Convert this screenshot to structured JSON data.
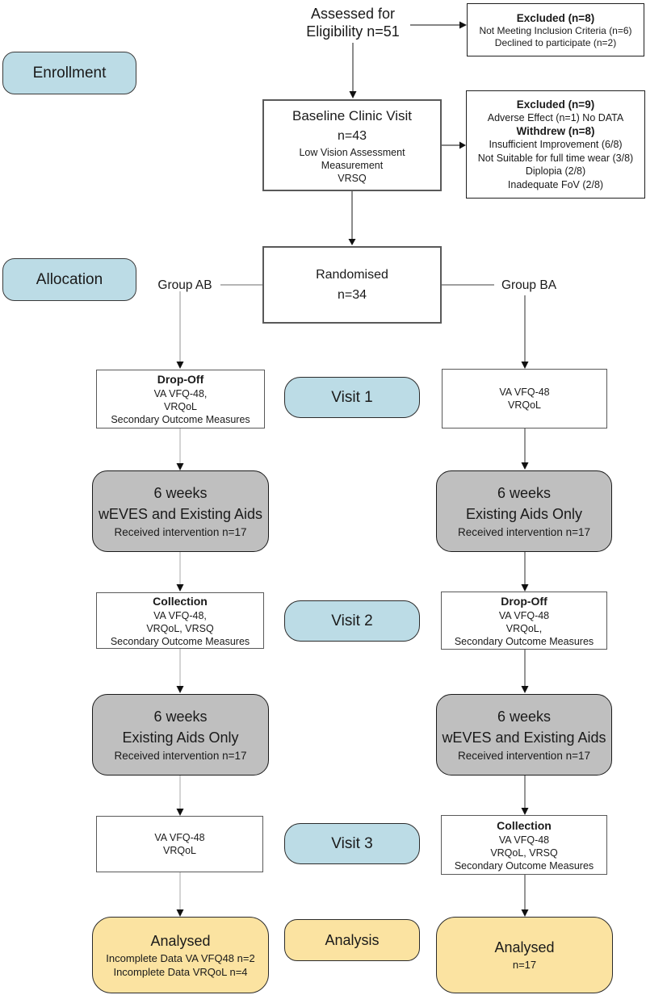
{
  "colors": {
    "blue": "#bcdce6",
    "gray": "#bfbfbf",
    "yellow": "#fbe3a1"
  },
  "stages": {
    "enrollment": "Enrollment",
    "allocation": "Allocation",
    "visit1": "Visit 1",
    "visit2": "Visit 2",
    "visit3": "Visit 3",
    "analysis": "Analysis"
  },
  "top": {
    "assessed_line1": "Assessed for",
    "assessed_line2": "Eligibility n=51",
    "excluded8": {
      "title": "Excluded (n=8)",
      "lines": [
        "Not Meeting Inclusion Criteria (n=6)",
        "Declined to participate (n=2)"
      ]
    },
    "baseline": {
      "title": "Baseline Clinic Visit",
      "n": "n=43",
      "lines": [
        "Low Vision Assessment",
        "Measurement",
        "VRSQ"
      ]
    },
    "excluded9": {
      "title": "Excluded (n=9)",
      "adverse": "Adverse Effect (n=1) No DATA",
      "withdrew": "Withdrew (n=8)",
      "lines": [
        "Insufficient Improvement (6/8)",
        "Not Suitable for full time wear (3/8)",
        "Diplopia (2/8)",
        "Inadequate FoV (2/8)"
      ]
    }
  },
  "allocation": {
    "randomised_line1": "Randomised",
    "randomised_line2": "n=34",
    "group_ab": "Group AB",
    "group_ba": "Group BA"
  },
  "left": {
    "visit1": {
      "title": "Drop-Off",
      "lines": [
        "VA VFQ-48,",
        "VRQoL",
        "Secondary Outcome Measures"
      ]
    },
    "weeks1": {
      "duration": "6 weeks",
      "label": "wEVES and Existing Aids",
      "note": "Received intervention n=17"
    },
    "visit2": {
      "title": "Collection",
      "lines": [
        "VA VFQ-48,",
        "VRQoL, VRSQ",
        "Secondary Outcome Measures"
      ]
    },
    "weeks2": {
      "duration": "6 weeks",
      "label": "Existing Aids Only",
      "note": "Received intervention n=17"
    },
    "visit3": {
      "lines": [
        "VA VFQ-48",
        "VRQoL"
      ]
    },
    "analysed": {
      "title": "Analysed",
      "lines": [
        "Incomplete Data VA VFQ48 n=2",
        "Incomplete Data VRQoL n=4"
      ]
    }
  },
  "right": {
    "visit1": {
      "lines": [
        "VA VFQ-48",
        "VRQoL"
      ]
    },
    "weeks1": {
      "duration": "6 weeks",
      "label": "Existing Aids Only",
      "note": "Received intervention n=17"
    },
    "visit2": {
      "title": "Drop-Off",
      "lines": [
        "VA VFQ-48",
        "VRQoL,",
        "Secondary Outcome Measures"
      ]
    },
    "weeks2": {
      "duration": "6 weeks",
      "label": "wEVES and Existing Aids",
      "note": "Received intervention n=17"
    },
    "visit3": {
      "title": "Collection",
      "lines": [
        "VA VFQ-48",
        "VRQoL, VRSQ",
        "Secondary Outcome Measures"
      ]
    },
    "analysed": {
      "title": "Analysed",
      "lines": [
        "n=17"
      ]
    }
  }
}
